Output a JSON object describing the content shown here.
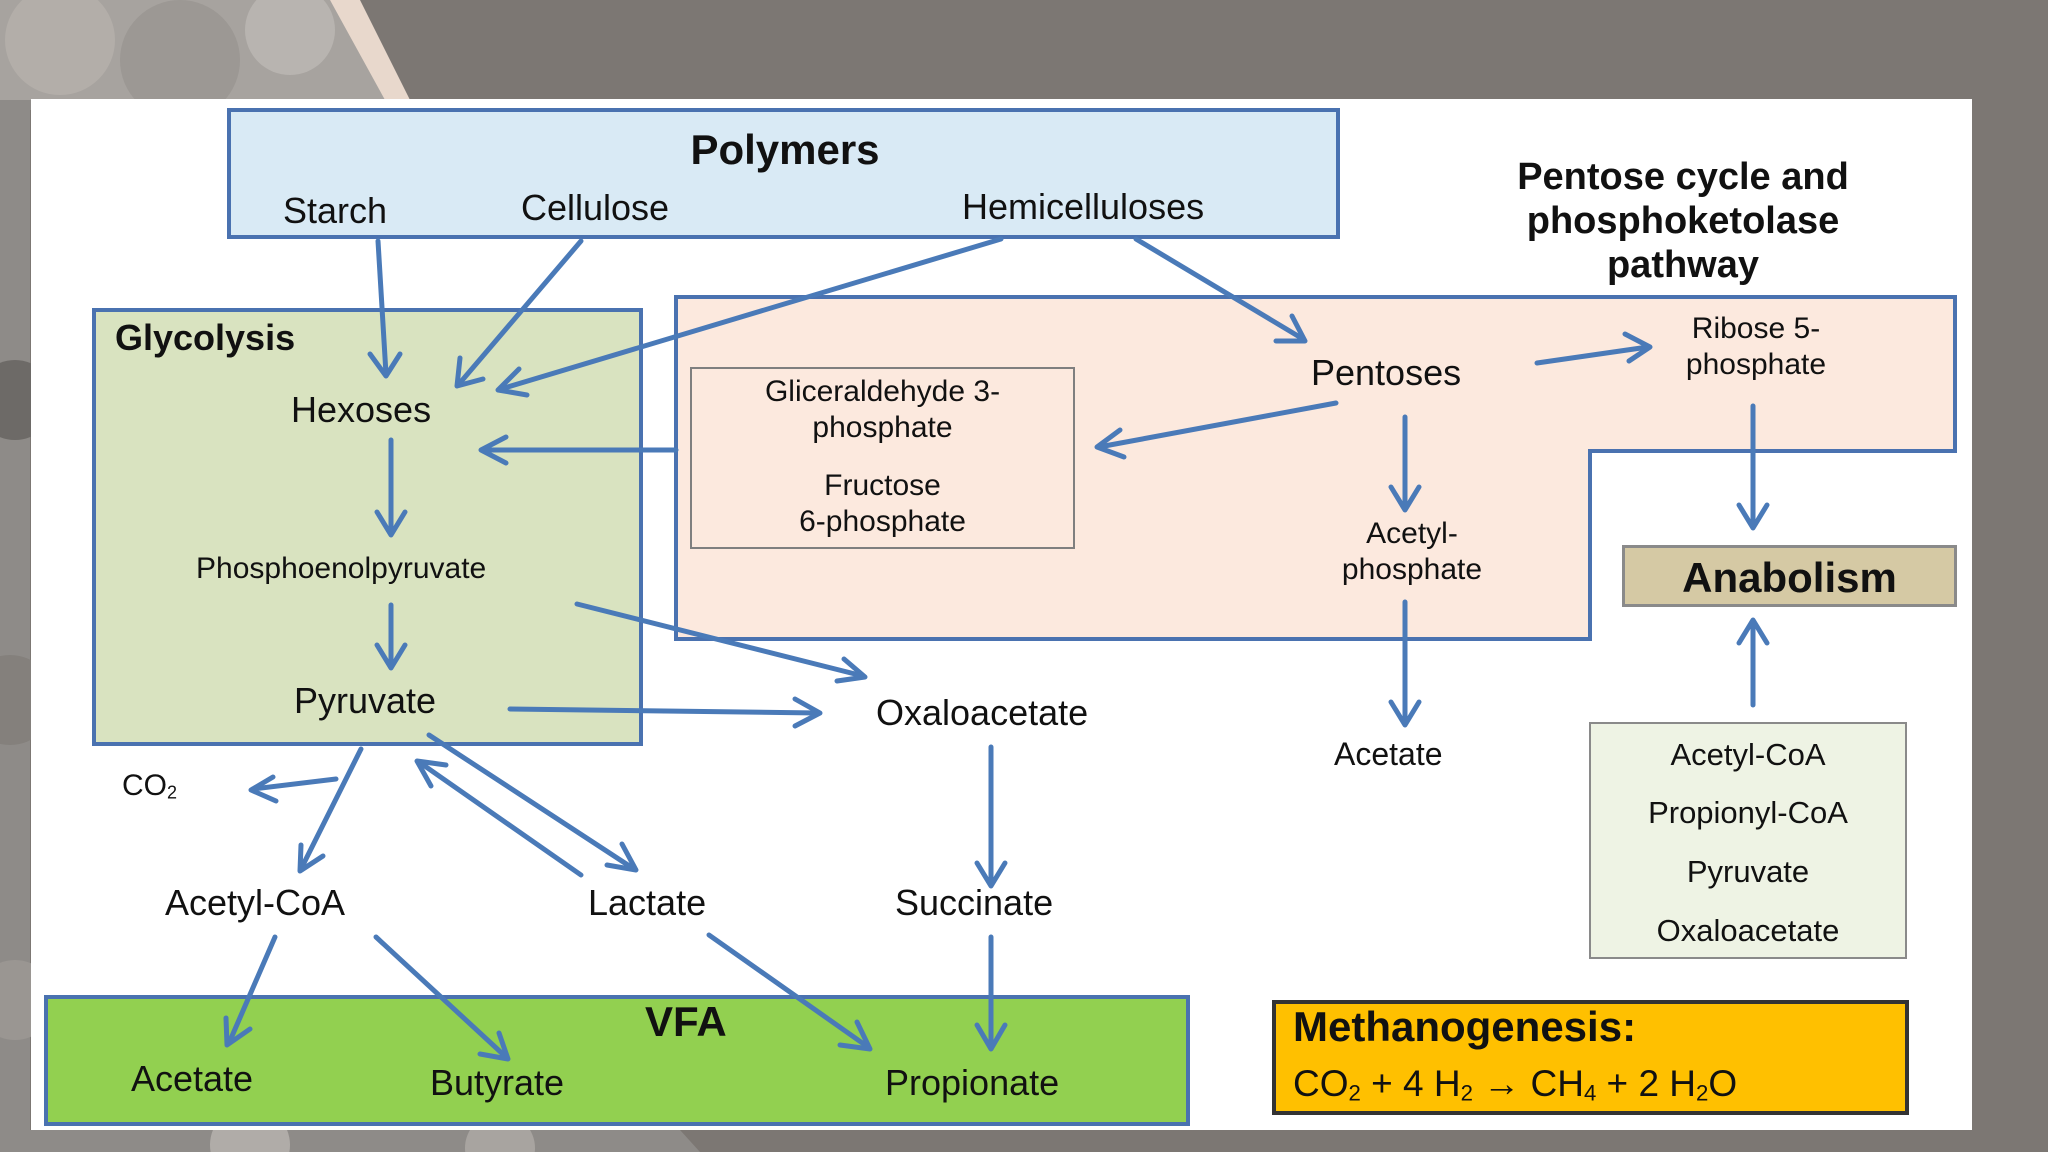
{
  "polymers": {
    "title": "Polymers",
    "items": [
      "Starch",
      "Cellulose",
      "Hemicelluloses"
    ]
  },
  "pentose_title": [
    "Pentose cycle and",
    "phosphoketolase",
    "pathway"
  ],
  "glycolysis": {
    "title": "Glycolysis",
    "hexoses": "Hexoses",
    "pep": "Phosphoenolpyruvate",
    "pyruvate": "Pyruvate"
  },
  "pentose": {
    "gap_line1": "Gliceraldehyde 3-",
    "gap_line2": "phosphate",
    "f6p_line1": "Fructose",
    "f6p_line2": "6-phosphate",
    "pentoses": "Pentoses",
    "ribose_line1": "Ribose 5-",
    "ribose_line2": "phosphate",
    "acetylp_line1": "Acetyl-",
    "acetylp_line2": "phosphate"
  },
  "anabolism": "Anabolism",
  "anabolism_inputs": [
    "Acetyl-CoA",
    "Propionyl-CoA",
    "Pyruvate",
    "Oxaloacetate"
  ],
  "metabolites": {
    "oxaloacetate": "Oxaloacetate",
    "co2_base": "CO",
    "co2_sub": "2",
    "acetyl_coa": "Acetyl-CoA",
    "lactate": "Lactate",
    "succinate": "Succinate",
    "acetate_right": "Acetate"
  },
  "vfa": {
    "title": "VFA",
    "items": [
      "Acetate",
      "Butyrate",
      "Propionate"
    ]
  },
  "methanogenesis": {
    "title": "Methanogenesis:",
    "eq": {
      "a": "CO",
      "a_sub": "2",
      "b": " + 4 H",
      "b_sub": "2",
      "arrow": " → CH",
      "c_sub": "4",
      "d": " + 2 H",
      "d_sub": "2",
      "e": "O"
    }
  },
  "colors": {
    "arrow": "#4a7ab8",
    "border": "#4a72b0",
    "polymers_fill": "#d9eaf5",
    "glycolysis_fill": "#d9e3c0",
    "pentose_fill": "#fce9de",
    "vfa_fill": "#92d050",
    "methanogenesis_fill": "#ffc000",
    "anabolism_fill": "#d5c9a4"
  }
}
